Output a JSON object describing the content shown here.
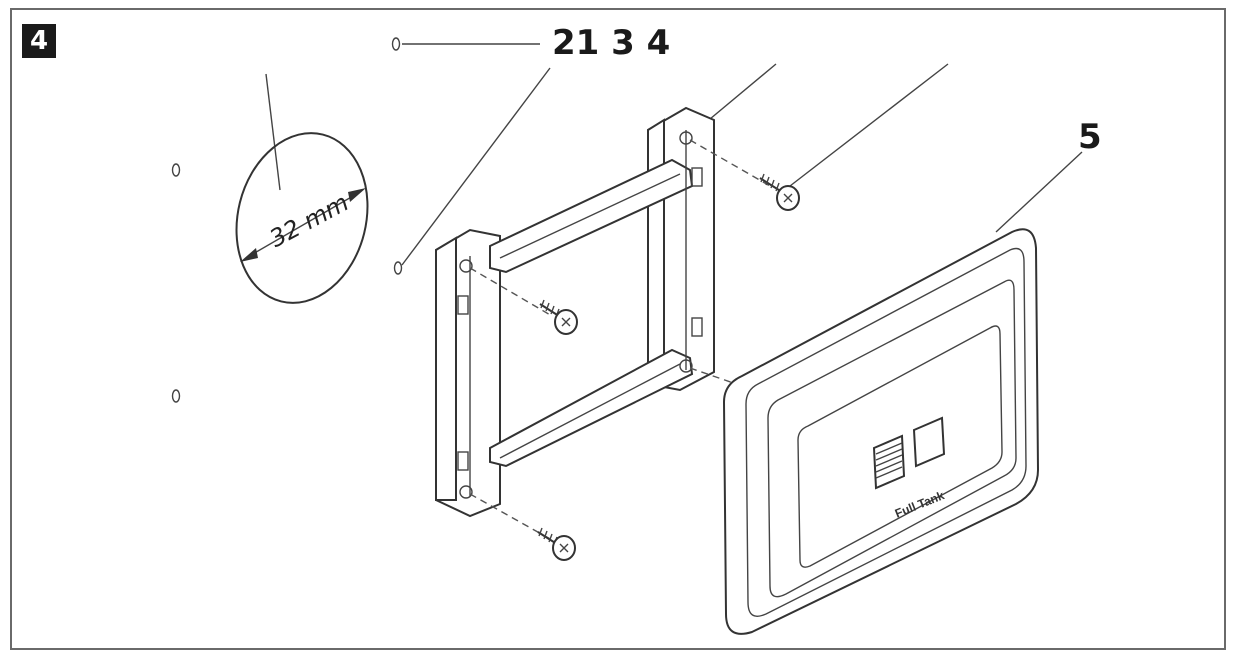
{
  "step_number": "4",
  "callouts": {
    "group": "21 3 4",
    "display": "5"
  },
  "dimension_label": "32 mm",
  "panel_text": "Full Tank"
}
